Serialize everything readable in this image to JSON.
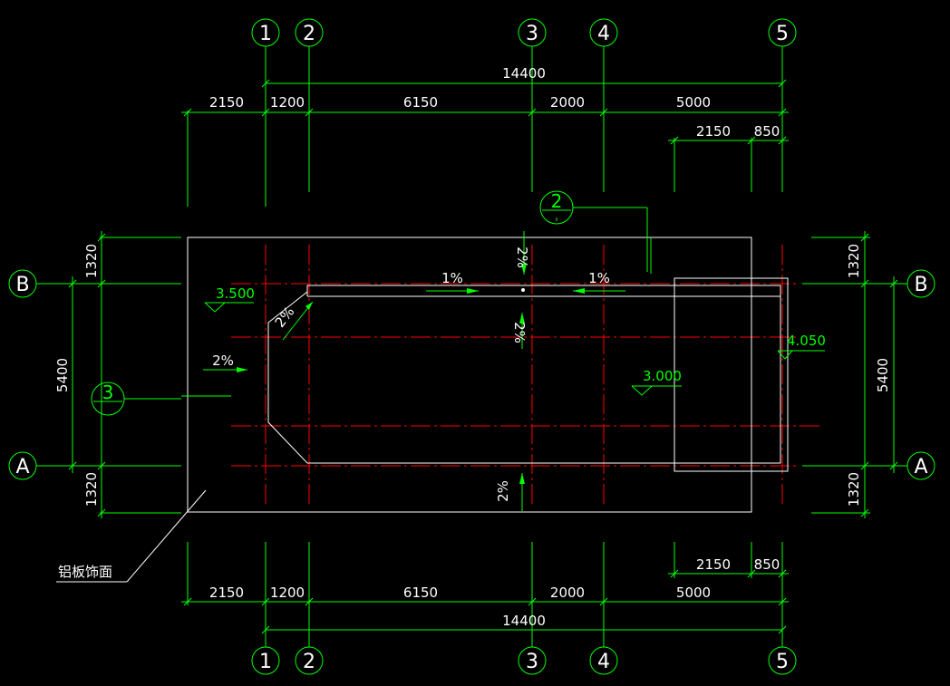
{
  "grid": {
    "columns": [
      "1",
      "2",
      "3",
      "4",
      "5"
    ],
    "rows": [
      "B",
      "A"
    ]
  },
  "dims": {
    "total": "14400",
    "segments": [
      "2150",
      "1200",
      "6150",
      "2000",
      "5000"
    ],
    "sub": [
      "2150",
      "850"
    ],
    "left_vertical": [
      "1320",
      "5400",
      "1320"
    ],
    "right_vertical": [
      "1320",
      "5400",
      "1320"
    ]
  },
  "slopes": {
    "top_left": "1%",
    "top_right": "1%",
    "upper_vertical": "2%",
    "middle_vertical": "2%",
    "lower_vertical": "2%",
    "left_horizontal": "2%",
    "corner": "2%"
  },
  "elevations": {
    "left": "3.500",
    "center": "3.000",
    "right": "4.050"
  },
  "details": {
    "detail_2": "2",
    "detail_3": "3"
  },
  "annotation": {
    "material_label": "铝板饰面"
  },
  "colors": {
    "dimension": "#00ff00",
    "outline": "#ffffff",
    "axis": "#ff0000",
    "background": "#000000"
  }
}
